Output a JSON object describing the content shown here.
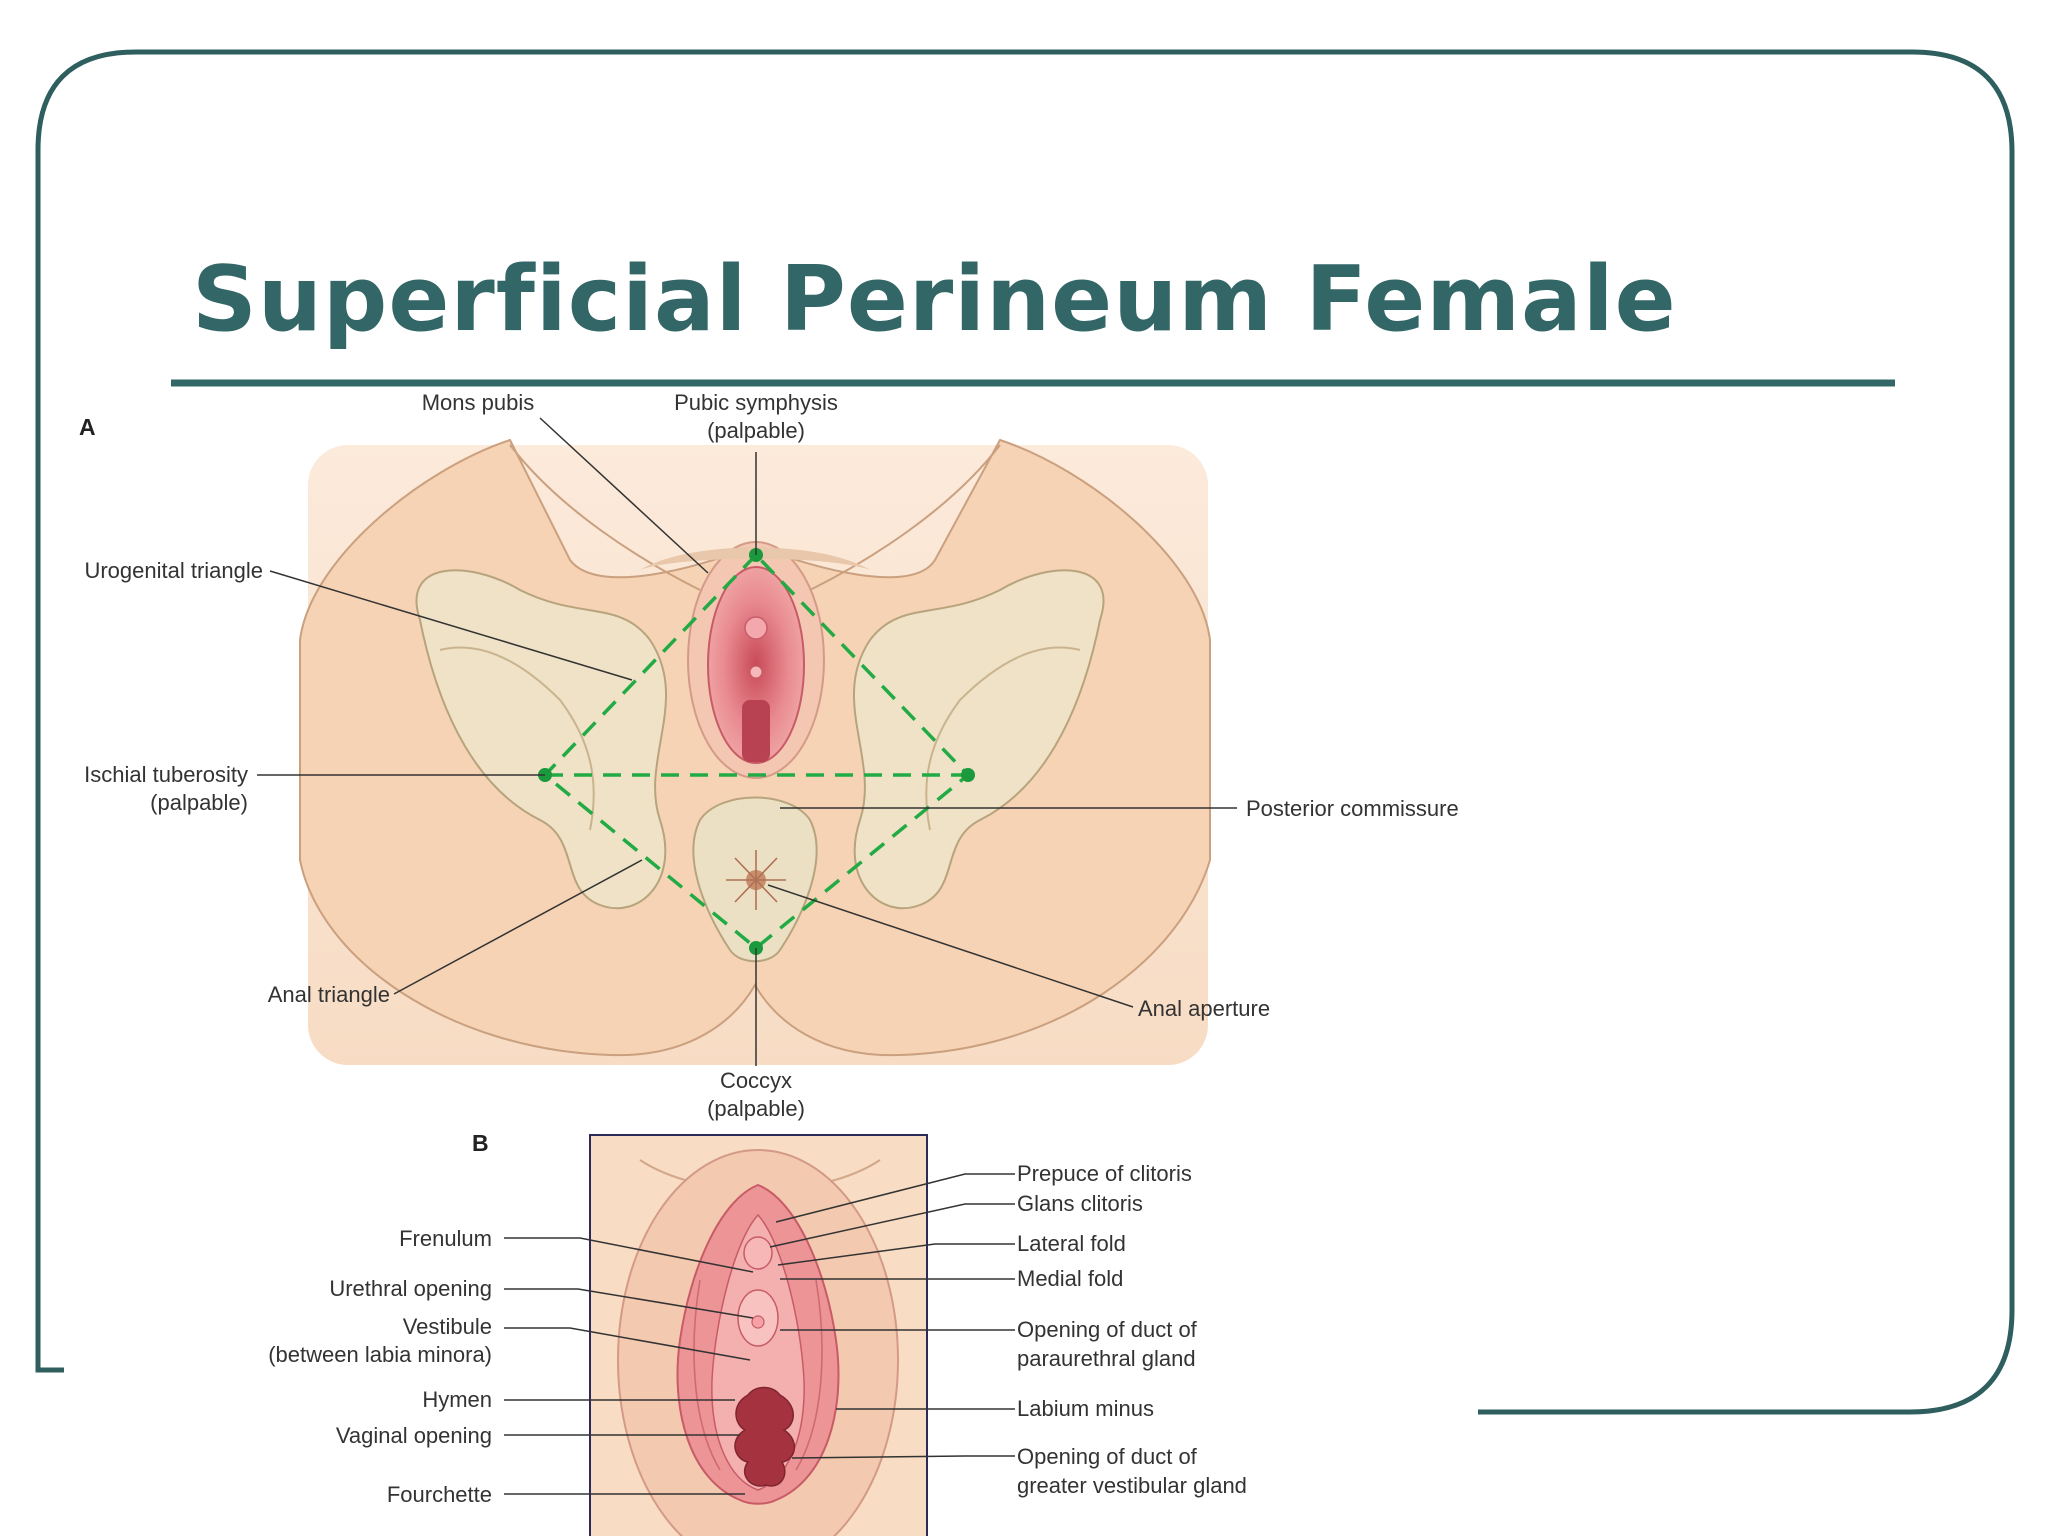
{
  "title": "Superficial Perineum Female",
  "colors": {
    "accent": "#336666",
    "frame": "#2e5e5e",
    "skin": "#f7d8bd",
    "bone": "#ede0c4",
    "mucosa": "#e6888e",
    "triangle": "#22aa44"
  },
  "panel_a": {
    "letter": "A",
    "labels": {
      "mons_pubis": "Mons pubis",
      "pubic_symphysis": "Pubic symphysis",
      "pubic_symphysis_note": "(palpable)",
      "urogenital_triangle": "Urogenital triangle",
      "ischial_tuberosity": "Ischial tuberosity",
      "ischial_tuberosity_note": "(palpable)",
      "posterior_commissure": "Posterior commissure",
      "anal_triangle": "Anal triangle",
      "anal_aperture": "Anal aperture",
      "coccyx": "Coccyx",
      "coccyx_note": "(palpable)"
    }
  },
  "panel_b": {
    "letter": "B",
    "labels": {
      "frenulum": "Frenulum",
      "urethral_opening": "Urethral opening",
      "vestibule": "Vestibule",
      "vestibule_note": "(between labia minora)",
      "hymen": "Hymen",
      "vaginal_opening": "Vaginal opening",
      "fourchette": "Fourchette",
      "prepuce_of_clitoris": "Prepuce of clitoris",
      "glans_clitoris": "Glans clitoris",
      "lateral_fold": "Lateral fold",
      "medial_fold": "Medial fold",
      "paraurethral_line1": "Opening of duct of",
      "paraurethral_line2": "paraurethral gland",
      "labium_minus": "Labium minus",
      "greater_vestibular_line1": "Opening of duct of",
      "greater_vestibular_line2": "greater vestibular gland"
    }
  }
}
